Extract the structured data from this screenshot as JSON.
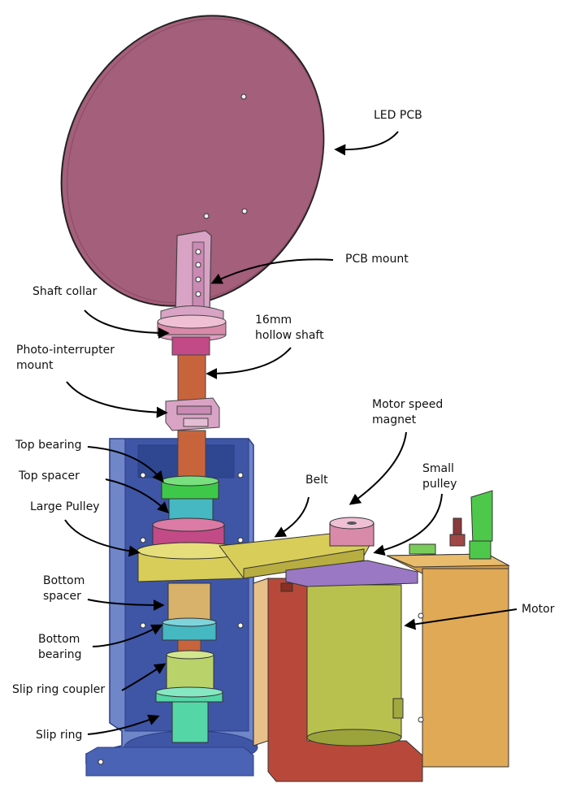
{
  "labels": {
    "led_pcb": "LED PCB",
    "pcb_mount": "PCB mount",
    "shaft_collar": "Shaft collar",
    "hollow_shaft": [
      "16mm",
      "hollow shaft"
    ],
    "photo_interrupter_mount": [
      "Photo-interrupter",
      "mount"
    ],
    "motor_speed_magnet": [
      "Motor speed",
      "magnet"
    ],
    "top_bearing": "Top bearing",
    "top_spacer": "Top spacer",
    "belt": "Belt",
    "small_pulley": [
      "Small",
      "pulley"
    ],
    "large_pulley": "Large Pulley",
    "bottom_spacer": [
      "Bottom",
      "spacer"
    ],
    "motor": "Motor",
    "bottom_bearing": [
      "Bottom",
      "bearing"
    ],
    "slip_ring_coupler": "Slip ring coupler",
    "slip_ring": "Slip ring"
  },
  "colors": {
    "pcb": "#a45f7a",
    "housing_blue": "#6f86c9",
    "housing_dark": "#3f56a6",
    "shaft": "#c8643c",
    "bearing_green": "#3ec84a",
    "spacer_cyan": "#45b8c2",
    "pulley_magenta": "#c24a86",
    "belt_yellow": "#d8cd58",
    "motor_olive": "#b9c14e",
    "motor_frame": "#d49a48",
    "bracket_red": "#b8493a",
    "plate_purple": "#9a78c4",
    "collar_pink": "#d98aa8",
    "slipring_teal": "#55d6a6"
  }
}
